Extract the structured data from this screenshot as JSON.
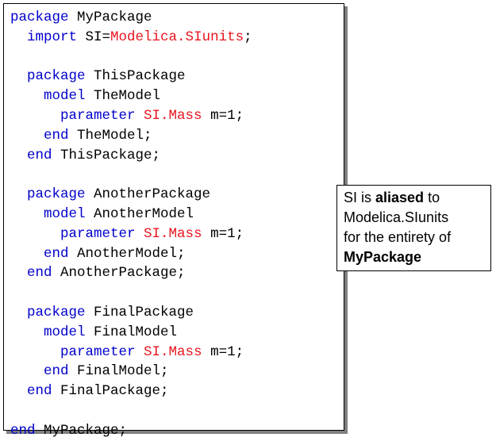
{
  "code": {
    "colors": {
      "keyword": "#0000cc",
      "type": "#e8141e",
      "text": "#000000"
    },
    "lines": [
      [
        {
          "t": "kw",
          "v": "package"
        },
        {
          "t": "tx",
          "v": " MyPackage"
        }
      ],
      [
        {
          "t": "tx",
          "v": "  "
        },
        {
          "t": "kw",
          "v": "import"
        },
        {
          "t": "tx",
          "v": " SI="
        },
        {
          "t": "ty",
          "v": "Modelica.SIunits"
        },
        {
          "t": "tx",
          "v": ";"
        }
      ],
      [],
      [
        {
          "t": "tx",
          "v": "  "
        },
        {
          "t": "kw",
          "v": "package"
        },
        {
          "t": "tx",
          "v": " ThisPackage"
        }
      ],
      [
        {
          "t": "tx",
          "v": "    "
        },
        {
          "t": "kw",
          "v": "model"
        },
        {
          "t": "tx",
          "v": " TheModel"
        }
      ],
      [
        {
          "t": "tx",
          "v": "      "
        },
        {
          "t": "kw",
          "v": "parameter"
        },
        {
          "t": "tx",
          "v": " "
        },
        {
          "t": "ty",
          "v": "SI.Mass"
        },
        {
          "t": "tx",
          "v": " m=1;"
        }
      ],
      [
        {
          "t": "tx",
          "v": "    "
        },
        {
          "t": "kw",
          "v": "end"
        },
        {
          "t": "tx",
          "v": " TheModel;"
        }
      ],
      [
        {
          "t": "tx",
          "v": "  "
        },
        {
          "t": "kw",
          "v": "end"
        },
        {
          "t": "tx",
          "v": " ThisPackage;"
        }
      ],
      [],
      [
        {
          "t": "tx",
          "v": "  "
        },
        {
          "t": "kw",
          "v": "package"
        },
        {
          "t": "tx",
          "v": " AnotherPackage"
        }
      ],
      [
        {
          "t": "tx",
          "v": "    "
        },
        {
          "t": "kw",
          "v": "model"
        },
        {
          "t": "tx",
          "v": " AnotherModel"
        }
      ],
      [
        {
          "t": "tx",
          "v": "      "
        },
        {
          "t": "kw",
          "v": "parameter"
        },
        {
          "t": "tx",
          "v": " "
        },
        {
          "t": "ty",
          "v": "SI.Mass"
        },
        {
          "t": "tx",
          "v": " m=1;"
        }
      ],
      [
        {
          "t": "tx",
          "v": "    "
        },
        {
          "t": "kw",
          "v": "end"
        },
        {
          "t": "tx",
          "v": " AnotherModel;"
        }
      ],
      [
        {
          "t": "tx",
          "v": "  "
        },
        {
          "t": "kw",
          "v": "end"
        },
        {
          "t": "tx",
          "v": " AnotherPackage;"
        }
      ],
      [],
      [
        {
          "t": "tx",
          "v": "  "
        },
        {
          "t": "kw",
          "v": "package"
        },
        {
          "t": "tx",
          "v": " FinalPackage"
        }
      ],
      [
        {
          "t": "tx",
          "v": "    "
        },
        {
          "t": "kw",
          "v": "model"
        },
        {
          "t": "tx",
          "v": " FinalModel"
        }
      ],
      [
        {
          "t": "tx",
          "v": "      "
        },
        {
          "t": "kw",
          "v": "parameter"
        },
        {
          "t": "tx",
          "v": " "
        },
        {
          "t": "ty",
          "v": "SI.Mass"
        },
        {
          "t": "tx",
          "v": " m=1;"
        }
      ],
      [
        {
          "t": "tx",
          "v": "    "
        },
        {
          "t": "kw",
          "v": "end"
        },
        {
          "t": "tx",
          "v": " FinalModel;"
        }
      ],
      [
        {
          "t": "tx",
          "v": "  "
        },
        {
          "t": "kw",
          "v": "end"
        },
        {
          "t": "tx",
          "v": " FinalPackage;"
        }
      ],
      [],
      [
        {
          "t": "kw",
          "v": "end"
        },
        {
          "t": "tx",
          "v": " MyPackage;"
        }
      ]
    ]
  },
  "note": {
    "line1_a": "SI is ",
    "line1_b": "aliased",
    "line1_c": " to",
    "line2": "Modelica.SIunits",
    "line3": "for the entirety of",
    "line4": "MyPackage"
  }
}
